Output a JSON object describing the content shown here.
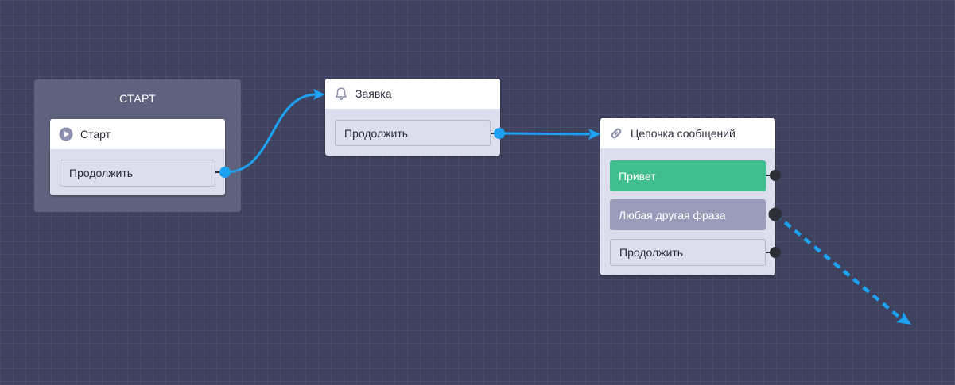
{
  "group": {
    "title": "СТАРТ"
  },
  "nodes": {
    "start": {
      "title": "Старт",
      "icon": "play-circle-icon",
      "button": "Продолжить"
    },
    "request": {
      "title": "Заявка",
      "icon": "bell-icon",
      "button": "Продолжить"
    },
    "chain": {
      "title": "Цепочка сообщений",
      "icon": "link-icon",
      "buttons": [
        "Привет",
        "Любая другая фраза",
        "Продолжить"
      ]
    }
  },
  "colors": {
    "canvas": "#3e425f",
    "connection": "#1da1f2",
    "green_button": "#41be8f",
    "gray_button": "#9a9cbb",
    "port_dark": "#2e2f36"
  }
}
